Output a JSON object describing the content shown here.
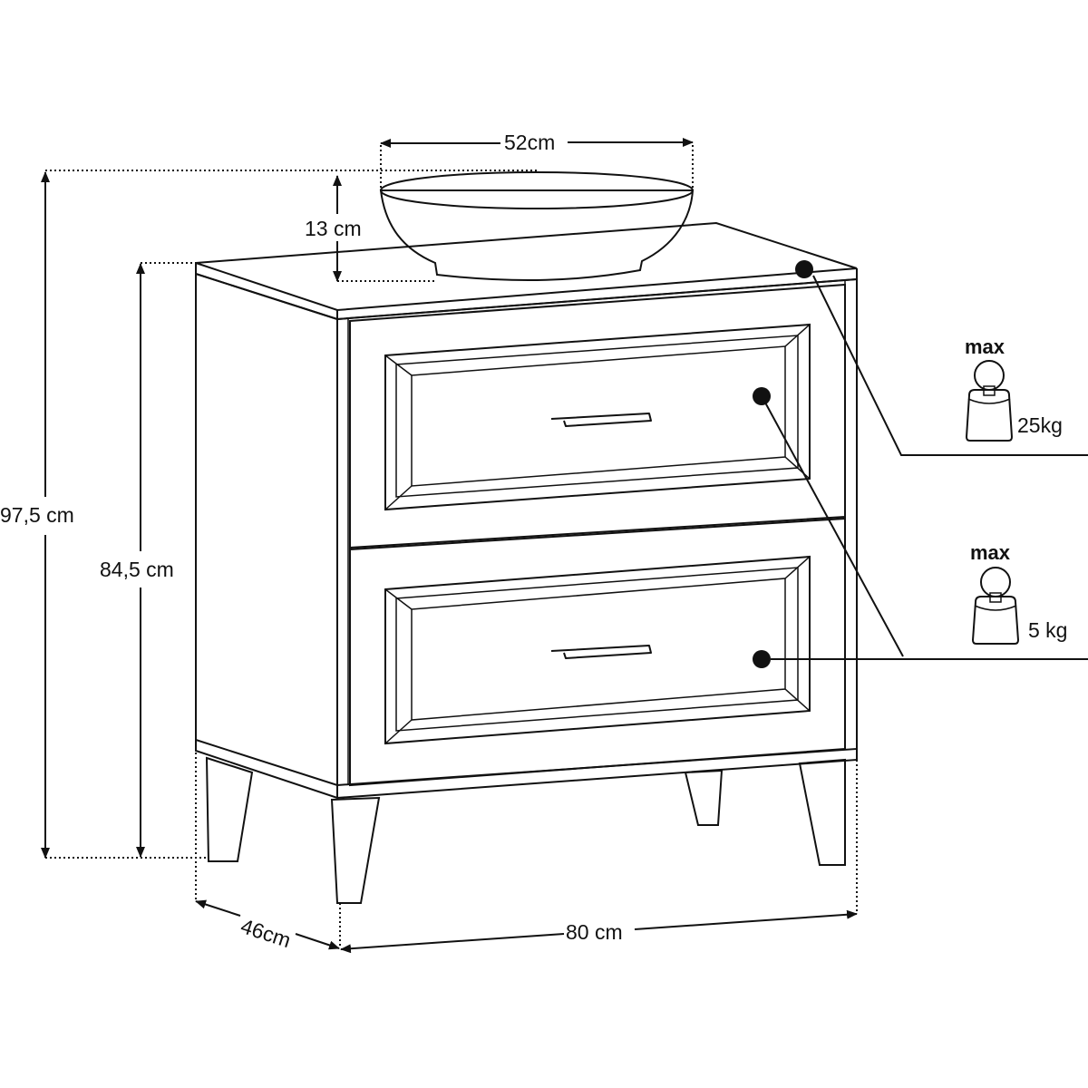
{
  "dimensions": {
    "basin_width": "52cm",
    "basin_height": "13 cm",
    "total_height": "97,5 cm",
    "cabinet_height": "84,5 cm",
    "depth": "46cm",
    "width": "80 cm"
  },
  "load_limits": [
    {
      "label": "max",
      "weight": "25kg",
      "icon": "weight-icon"
    },
    {
      "label": "max",
      "weight": "5 kg",
      "icon": "weight-icon"
    }
  ]
}
